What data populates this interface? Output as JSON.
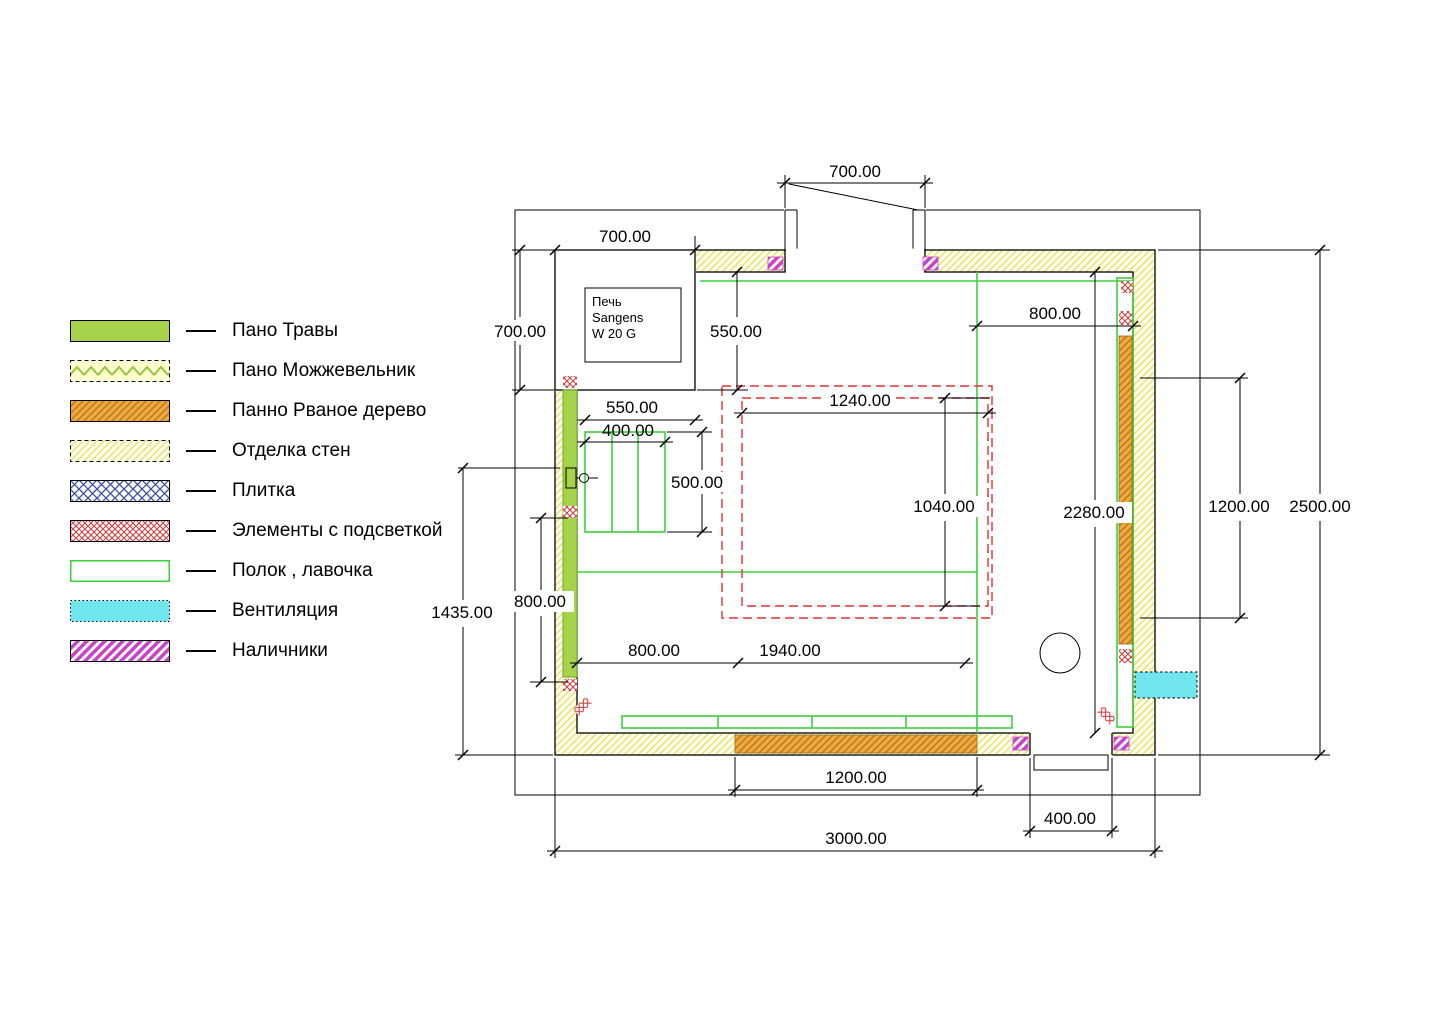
{
  "legend": {
    "items": [
      {
        "id": "grass",
        "label": "Пано Травы"
      },
      {
        "id": "juniper",
        "label": "Пано Можжевельник"
      },
      {
        "id": "torn-wood",
        "label": "Панно Рваное дерево"
      },
      {
        "id": "wall-finish",
        "label": "Отделка стен"
      },
      {
        "id": "tile",
        "label": "Плитка"
      },
      {
        "id": "backlit",
        "label": "Элементы с подсветкой"
      },
      {
        "id": "bench",
        "label": "Полок , лавочка"
      },
      {
        "id": "vent",
        "label": "Вентиляция"
      },
      {
        "id": "trim",
        "label": "Наличники"
      }
    ]
  },
  "plan": {
    "stove": {
      "line1": "Печь",
      "line2": "Sangens",
      "line3": "W 20 G"
    },
    "dims": {
      "top_door_width": "700.00",
      "stove_width_top": "700.00",
      "stove_depth_left": "700.00",
      "stove_side_550": "550.00",
      "top_right_800": "800.00",
      "shelf_550": "550.00",
      "shelf_400": "400.00",
      "shelf_500": "500.00",
      "light_1240": "1240.00",
      "light_1040": "1040.00",
      "room_2280": "2280.00",
      "right_1200": "1200.00",
      "outer_2500": "2500.00",
      "left_1435": "1435.00",
      "left_800": "800.00",
      "bottom_800": "800.00",
      "bottom_1940": "1940.00",
      "bottom_1200": "1200.00",
      "door_400": "400.00",
      "total_3000": "3000.00"
    }
  },
  "colors": {
    "grass": "#a6d24c",
    "juniper-bg": "#ffffd0",
    "juniper-line": "#90c83c",
    "wood-bg": "#efa93e",
    "wood-line": "#b5781e",
    "wall-bg": "#ffffe9",
    "wall-line": "#dede66",
    "tile": "#3a4fa5",
    "backlit": "#cc4040",
    "shelf": "#3ecf3e",
    "vent": "#70e5ed",
    "trim": "#c943c9",
    "dash-red": "#e23030"
  }
}
